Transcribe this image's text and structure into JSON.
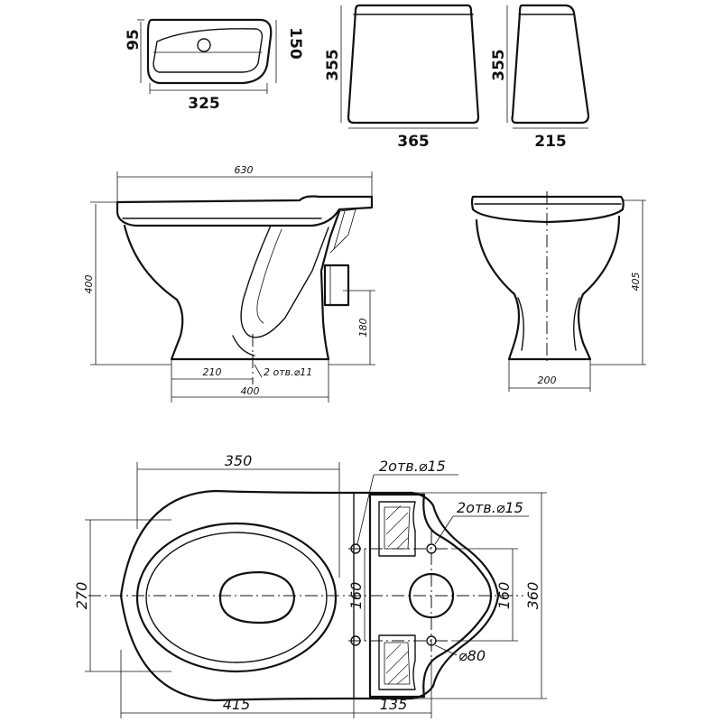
{
  "tank_top_view": {
    "depth": "95",
    "height": "150",
    "width": "325"
  },
  "tank_front_view": {
    "height": "355",
    "width": "365"
  },
  "tank_side_view": {
    "height": "355",
    "width": "215"
  },
  "bowl_side_view": {
    "overall_length": "630",
    "height": "400",
    "outlet_height": "180",
    "outlet_offset": "210",
    "base_length": "400",
    "mounting_holes": "2 отв.⌀11"
  },
  "bowl_front_view": {
    "height": "405",
    "base_width": "200"
  },
  "bowl_top_view": {
    "bowl_length": "350",
    "width": "270",
    "front_length": "415",
    "rear_length": "135",
    "rear_height": "360",
    "left_hole_spacing": "160",
    "right_hole_spacing": "160",
    "outlet_diameter": "⌀80",
    "holes_left": "2отв.⌀15",
    "holes_right": "2отв.⌀15"
  }
}
